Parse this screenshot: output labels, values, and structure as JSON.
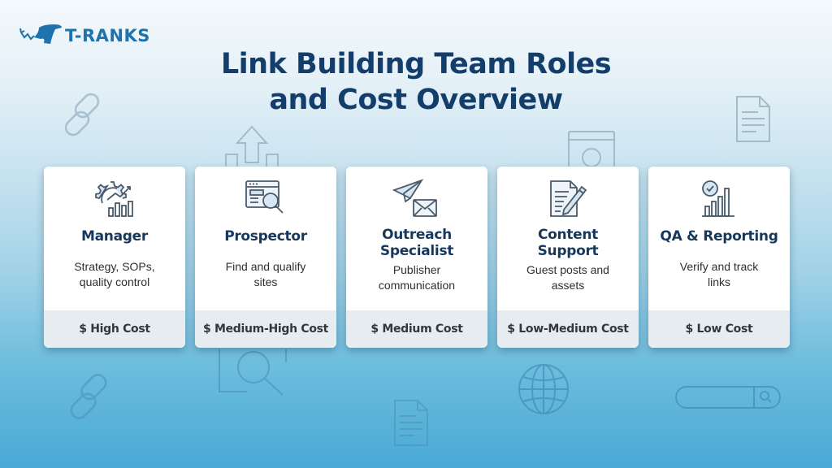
{
  "brand": {
    "logo_text": "T-RANKS",
    "logo_icon": "rhino-chart-logo-icon",
    "color": "#1e73ad"
  },
  "header": {
    "title_line1": "Link Building Team Roles",
    "title_line2": "and Cost Overview",
    "color": "#133d6b"
  },
  "cards": [
    {
      "icon": "gear-chart-icon",
      "title_line1": "Manager",
      "title_line2": "",
      "desc_line1": "Strategy, SOPs,",
      "desc_line2": "quality control",
      "cost": "$ High Cost"
    },
    {
      "icon": "browser-magnifier-icon",
      "title_line1": "Prospector",
      "title_line2": "",
      "desc_line1": "Find and qualify",
      "desc_line2": "sites",
      "cost": "$ Medium-High Cost"
    },
    {
      "icon": "paper-plane-envelope-icon",
      "title_line1": "Outreach",
      "title_line2": "Specialist",
      "desc_line1": "Publisher",
      "desc_line2": "communication",
      "cost": "$ Medium Cost"
    },
    {
      "icon": "document-pen-icon",
      "title_line1": "Content",
      "title_line2": "Support",
      "desc_line1": "Guest posts and",
      "desc_line2": "assets",
      "cost": "$ Low-Medium Cost"
    },
    {
      "icon": "check-bar-chart-icon",
      "title_line1": "QA & Reporting",
      "title_line2": "",
      "desc_line1": "Verify and track",
      "desc_line2": "links",
      "cost": "$ Low Cost"
    }
  ],
  "background_icons": [
    "link-icon",
    "upload-arrow-icon",
    "document-icon",
    "browser-icon",
    "search-document-icon",
    "globe-icon",
    "search-bar-icon"
  ],
  "colors": {
    "card_bg": "#ffffff",
    "cost_bar_bg": "#e7ecf0",
    "icon_stroke": "#4a5a6a",
    "icon_fill": "#cfe2f1"
  }
}
